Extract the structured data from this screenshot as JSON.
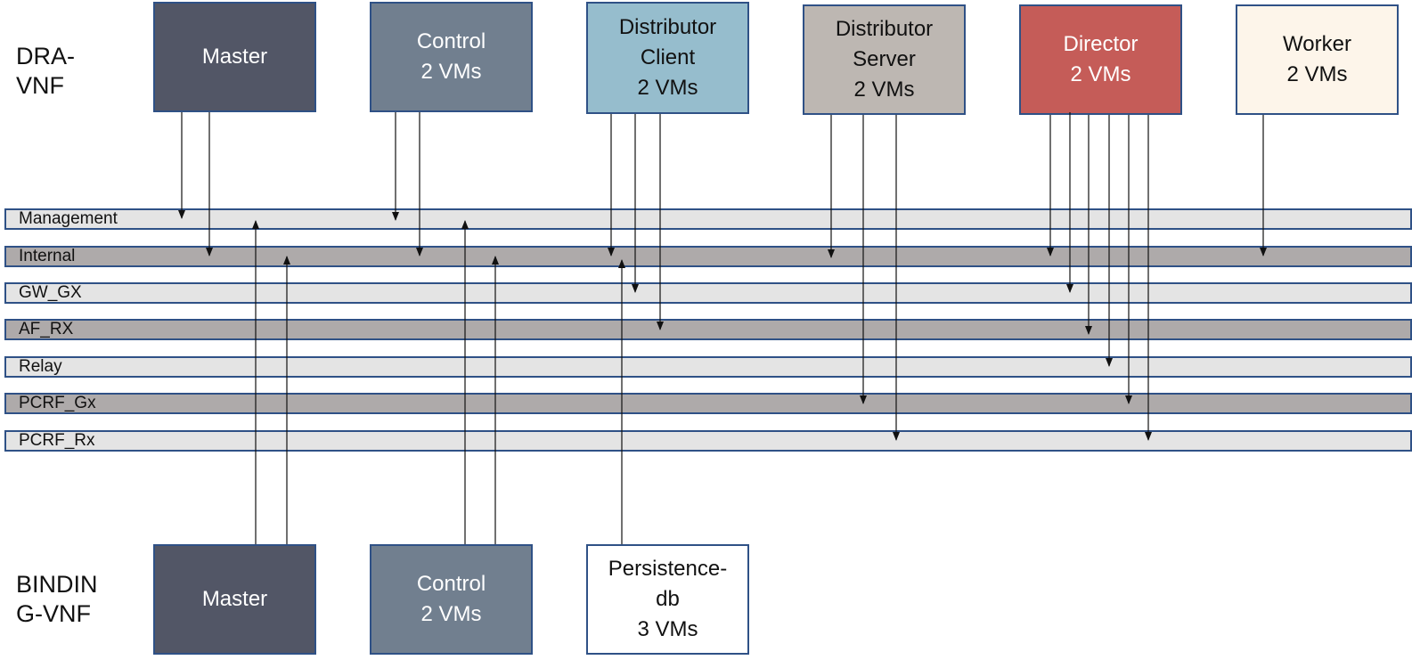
{
  "groups": {
    "dra": {
      "label": "DRA-\nVNF"
    },
    "binding": {
      "label": "BINDIN\nG-VNF"
    }
  },
  "boxes": {
    "dra_master": "Master",
    "dra_control": "Control\n2 VMs",
    "dra_dist_client": "Distributor\nClient\n2 VMs",
    "dra_dist_server": "Distributor\nServer\n2 VMs",
    "dra_director": "Director\n2 VMs",
    "dra_worker": "Worker\n2 VMs",
    "bind_master": "Master",
    "bind_control": "Control\n2 VMs",
    "bind_persistence": "Persistence-\ndb\n3 VMs"
  },
  "networks": [
    "Management",
    "Internal",
    "GW_GX",
    "AF_RX",
    "Relay",
    "PCRF_Gx",
    "PCRF_Rx"
  ],
  "colors": {
    "border": "#2f5186",
    "master": "#525666",
    "control": "#717f8f",
    "distributor_client": "#96bdcd",
    "distributor_server": "#bdb7b2",
    "director": "#c55c58",
    "worker": "#fdf5ea",
    "network_light": "#e4e4e4",
    "network_dark": "#aeaaaa"
  },
  "connections": [
    {
      "from": "dra_master",
      "to": "Management"
    },
    {
      "from": "dra_master",
      "to": "Internal"
    },
    {
      "from": "dra_control",
      "to": "Management"
    },
    {
      "from": "dra_control",
      "to": "Internal"
    },
    {
      "from": "dra_dist_client",
      "to": "Internal"
    },
    {
      "from": "dra_dist_client",
      "to": "GW_GX"
    },
    {
      "from": "dra_dist_client",
      "to": "AF_RX"
    },
    {
      "from": "dra_dist_server",
      "to": "Internal"
    },
    {
      "from": "dra_dist_server",
      "to": "PCRF_Gx"
    },
    {
      "from": "dra_dist_server",
      "to": "PCRF_Rx"
    },
    {
      "from": "dra_director",
      "to": "Internal"
    },
    {
      "from": "dra_director",
      "to": "GW_GX"
    },
    {
      "from": "dra_director",
      "to": "AF_RX"
    },
    {
      "from": "dra_director",
      "to": "Relay"
    },
    {
      "from": "dra_director",
      "to": "PCRF_Gx"
    },
    {
      "from": "dra_director",
      "to": "PCRF_Rx"
    },
    {
      "from": "dra_worker",
      "to": "Internal"
    },
    {
      "from": "bind_master",
      "to": "Management"
    },
    {
      "from": "bind_master",
      "to": "Internal"
    },
    {
      "from": "bind_control",
      "to": "Management"
    },
    {
      "from": "bind_control",
      "to": "Internal"
    },
    {
      "from": "bind_persistence",
      "to": "Internal"
    }
  ]
}
